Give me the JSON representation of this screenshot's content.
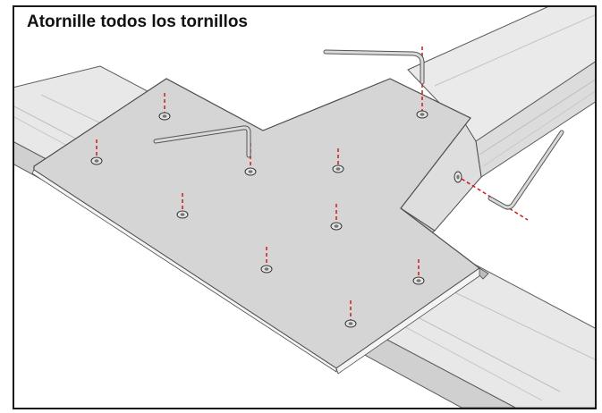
{
  "instruction": {
    "title": "Atornille todos los tornillos"
  },
  "colors": {
    "frame_border": "#1a1a1a",
    "rail_fill": "#e6e6e6",
    "rail_shade": "#d2d2d2",
    "plate_fill": "#d4d4d4",
    "plate_edge": "#f2f2f2",
    "outline": "#4d4d4d",
    "screw_guide": "#cc1b1b",
    "hex_key": "#8a8a8a"
  },
  "parts": {
    "screw_count": 11,
    "hex_key_count": 3
  }
}
